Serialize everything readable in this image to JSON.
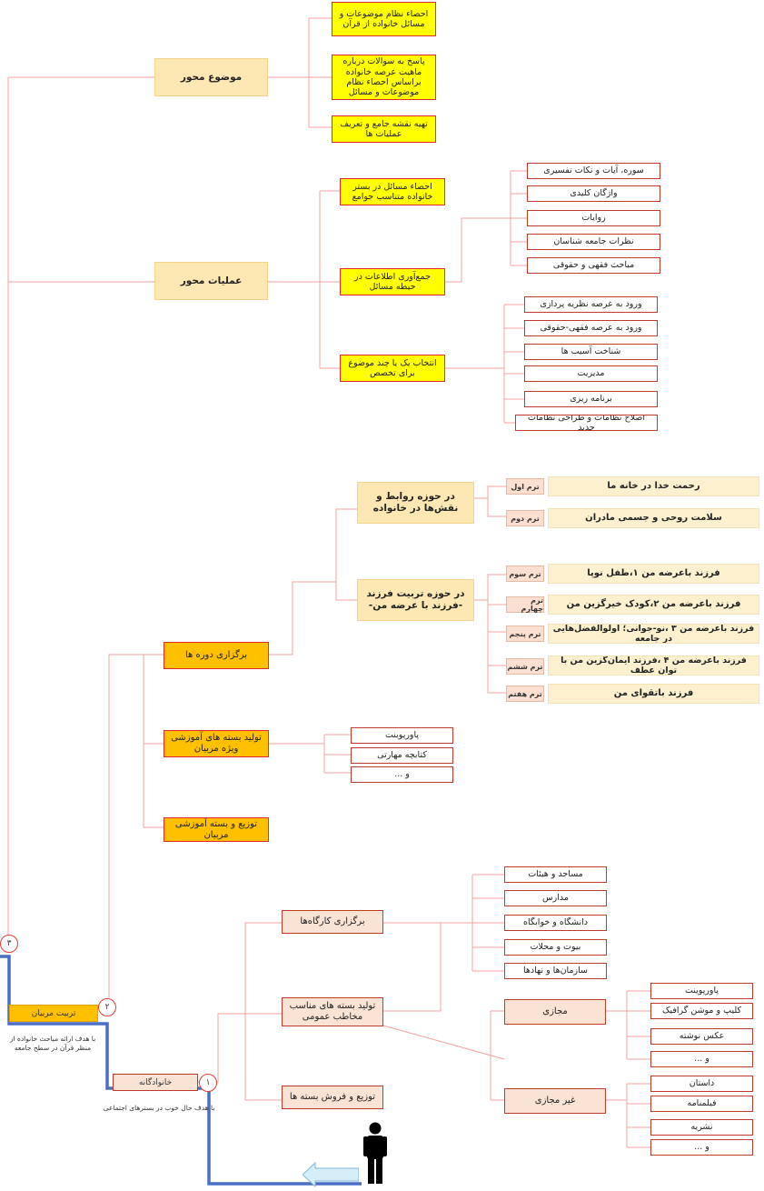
{
  "branches": {
    "topic": {
      "label": "موضوع محور",
      "items": [
        "احصاء نظام موضوعات و مسائل خانواده از قرآن",
        "پاسخ به سوالات درباره ماهیت عرصه خانواده براساس احصاء نظام موضوعات و مسائل",
        "تهیه نقشه جامع و تعریف عملیات ها"
      ]
    },
    "operational": {
      "label": "عملیات محور",
      "sub1": "احصاء مسائل در بستر خانواده متناسب جوامع",
      "sub2": {
        "label": "جمع‌آوری اطلاعات در حیطه مسائل",
        "items": [
          "سوره، آیات و نکات تفسیری",
          "واژگان کلیدی",
          "روایات",
          "نظرات جامعه شناسان",
          "مباحث فقهی و حقوقی"
        ]
      },
      "sub3": {
        "label": "انتخاب یک یا چند موضوع برای تخصص",
        "items": [
          "ورود به عرصه نظریه پردازی",
          "ورود به عرصه فقهی-حقوقی",
          "شناخت آسیب ها",
          "مدیریت",
          "برنامه ریزی",
          "اصلاح نظامات و طراحی نظامات جدید"
        ]
      }
    },
    "courses": {
      "label": "برگزاری دوره ها",
      "group1": {
        "label": "در حوزه روابط و نقش‌ها در خانواده",
        "rows": [
          {
            "term": "ترم اول",
            "title": "رحمت خدا در خانه ما"
          },
          {
            "term": "ترم دوم",
            "title": "سلامت روحی و جسمی مادران"
          }
        ]
      },
      "group2": {
        "label": "در حوزه تربیت فرزند -فرزند با عرضه من-",
        "rows": [
          {
            "term": "ترم سوم",
            "title": "فرزند باعرضه من ۱،طفل نوپا"
          },
          {
            "term": "ترم چهارم",
            "title": "فرزند باعرضه من ۲،کودک خیرگزین من"
          },
          {
            "term": "ترم پنجم",
            "title": "فرزند باعرضه من ۳ ،نو-جوانی؛ اولوالفضل‌هایی در جامعه"
          },
          {
            "term": "ترم ششم",
            "title": "فرزند باعرضه من ۴ ،فرزند ایمان‌گزین من با توان عطف"
          },
          {
            "term": "ترم هفتم",
            "title": "فرزند باتقوای من"
          }
        ]
      }
    },
    "packages": {
      "label": "تولید بسته های آموزشی ویژه مربیان",
      "items": [
        "پاورپوینت",
        "کتابچه مهارتی",
        "و ..."
      ]
    },
    "distribution": {
      "label": "توزیع و بسته آموزشی مربیان"
    },
    "workshops": {
      "label": "برگزاری کارگاه‌ها",
      "items": [
        "مساجد و هیئات",
        "مدارس",
        "دانشگاه و خوابگاه",
        "بیوت و محلات",
        "سازمان‌ها و نهادها"
      ]
    },
    "public": {
      "label": "تولید بسته های مناسب مخاطب عمومی",
      "virtual": {
        "label": "مجازی",
        "items": [
          "پاورپوینت",
          "کلیپ و موشن گرافیک",
          "عکس نوشته",
          "و ..."
        ]
      },
      "nonvirtual": {
        "label": "غیر مجازی",
        "items": [
          "داستان",
          "فیلمنامه",
          "نشریه",
          "و ..."
        ]
      }
    },
    "sales": {
      "label": "توزیع و فروش بسته ها"
    }
  },
  "stages": [
    {
      "num": "۱",
      "label": "خانوادگانه",
      "note": "با هدف حال خوب در بسترهای اجتماعی"
    },
    {
      "num": "۲",
      "label": "تربیت مربیان",
      "note": "با هدف ارائه مباحث خانواده از منظر قرآن در سطح جامعه"
    },
    {
      "num": "۳",
      "label": "",
      "note": ""
    }
  ],
  "colors": {
    "connector": "#f4a0a0",
    "staircase": "#4a6fc4",
    "peach": "#fde7b3",
    "yellow": "#ffff00",
    "orange": "#ffc000"
  },
  "icons": [
    "person-icon",
    "arrow-left-icon"
  ]
}
